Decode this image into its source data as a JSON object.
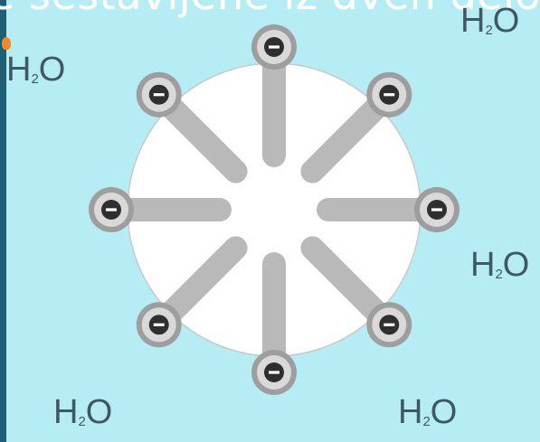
{
  "banner": {
    "text": "e sestavljene iz dveh delov: hid"
  },
  "water_labels": [
    {
      "symbol": "H",
      "subscript": "2",
      "element": "O"
    },
    {
      "symbol": "H",
      "subscript": "2",
      "element": "O"
    },
    {
      "symbol": "H",
      "subscript": "2",
      "element": "O"
    },
    {
      "symbol": "H",
      "subscript": "2",
      "element": "O"
    },
    {
      "symbol": "H",
      "subscript": "2",
      "element": "O"
    }
  ],
  "head_charge_symbol": "−",
  "head_count": 8,
  "colors": {
    "background": "#b6ecf4",
    "micelle_core": "#ffffff",
    "tail": "#b9b9b9",
    "head_outer": "#9e9e9e",
    "head_inner": "#d9d9d9",
    "charge_disc": "#2f2f2f",
    "edge_bar": "#1f5f73",
    "accent_dot": "#f08a2a"
  }
}
